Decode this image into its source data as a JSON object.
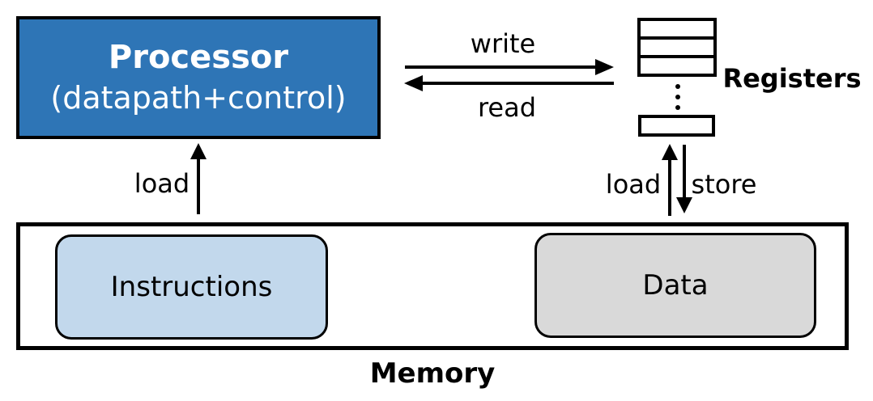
{
  "diagram": {
    "processor": {
      "title": "Processor",
      "subtitle": "(datapath+control)"
    },
    "registers": {
      "label": "Registers"
    },
    "memory": {
      "label": "Memory"
    },
    "instructions": {
      "label": "Instructions"
    },
    "data_block": {
      "label": "Data"
    },
    "arrows": {
      "write": {
        "label": "write"
      },
      "read": {
        "label": "read"
      },
      "load_left": {
        "label": "load"
      },
      "load_right": {
        "label": "load"
      },
      "store": {
        "label": "store"
      }
    },
    "colors": {
      "processor_fill": "#2E75B6",
      "processor_text": "#FFFFFF",
      "instructions_fill": "#C2D8EC",
      "data_fill": "#D9D9D9",
      "outline": "#000000"
    }
  }
}
